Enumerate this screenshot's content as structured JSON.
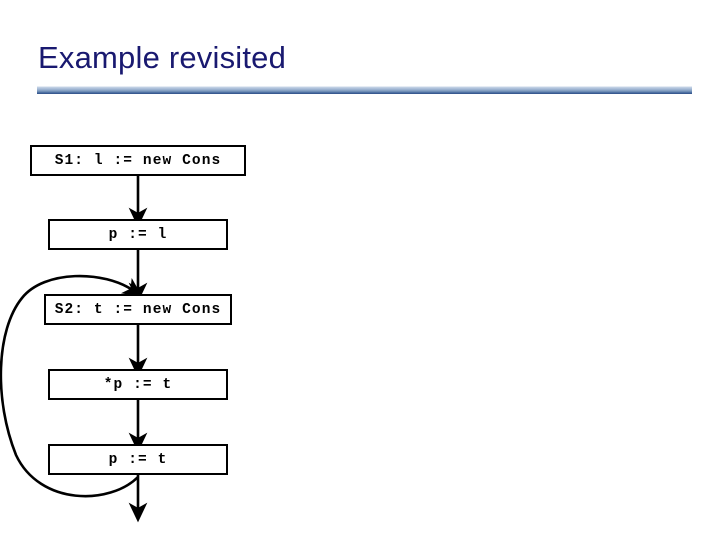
{
  "slide": {
    "title": "Example revisited",
    "title_color": "#191970",
    "background_color": "#ffffff",
    "rule_color_top": "#c5d3e6",
    "rule_color_bottom": "#2f4f86"
  },
  "flowchart": {
    "type": "control-flow-graph",
    "nodes": [
      {
        "id": "s1",
        "label": "S1: l := new Cons"
      },
      {
        "id": "p1",
        "label": "p := l"
      },
      {
        "id": "s2",
        "label": "S2: t := new Cons"
      },
      {
        "id": "star",
        "label": "*p := t"
      },
      {
        "id": "p2",
        "label": "p := t"
      }
    ],
    "edges": [
      {
        "from": "s1",
        "to": "p1",
        "kind": "straight-down"
      },
      {
        "from": "p1",
        "to": "s2",
        "kind": "straight-down"
      },
      {
        "from": "s2",
        "to": "star",
        "kind": "straight-down"
      },
      {
        "from": "star",
        "to": "p2",
        "kind": "straight-down"
      },
      {
        "from": "p2",
        "to": "exit",
        "kind": "straight-down"
      },
      {
        "from": "p2",
        "to": "s2",
        "kind": "back-edge-loop-left"
      }
    ],
    "edge_color": "#000000"
  }
}
